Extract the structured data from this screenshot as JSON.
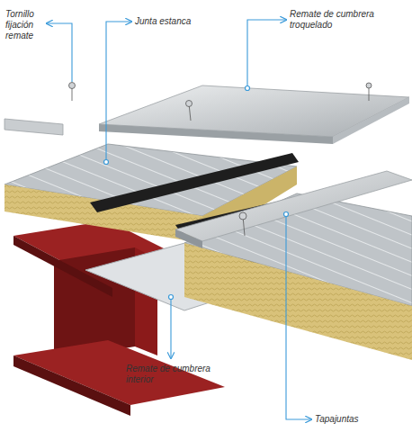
{
  "diagram": {
    "labels": [
      "Tornillo fijación remate",
      "Junta estanca",
      "Remate de cumbrera troquelado",
      "Remate de cumbrera interior",
      "Tapajuntas"
    ]
  }
}
